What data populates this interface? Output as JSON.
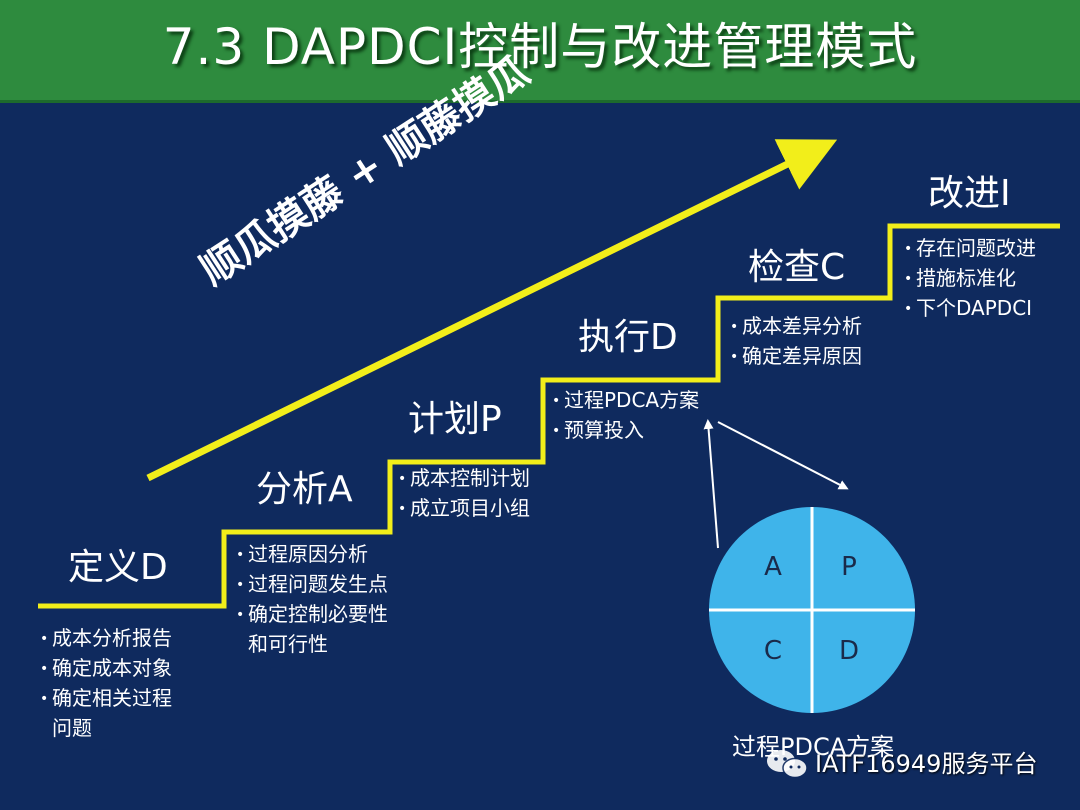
{
  "header": {
    "title": "7.3 DAPDCI控制与改进管理模式"
  },
  "slogan": "顺瓜摸藤 + 顺藤摸瓜",
  "stages": [
    {
      "title": "定义D",
      "bullets": [
        "成本分析报告",
        "确定成本对象",
        "确定相关过程",
        "问题"
      ]
    },
    {
      "title": "分析A",
      "bullets": [
        "过程原因分析",
        "过程问题发生点",
        "确定控制必要性",
        "和可行性"
      ]
    },
    {
      "title": "计划P",
      "bullets": [
        "成本控制计划",
        "成立项目小组"
      ]
    },
    {
      "title": "执行D",
      "bullets": [
        "过程PDCA方案",
        "预算投入"
      ]
    },
    {
      "title": "检查C",
      "bullets": [
        "成本差异分析",
        "确定差异原因"
      ]
    },
    {
      "title": "改进I",
      "bullets": [
        "存在问题改进",
        "措施标准化",
        "下个DAPDCI"
      ]
    }
  ],
  "pdca": {
    "a": "A",
    "p": "P",
    "c": "C",
    "d": "D",
    "caption": "过程PDCA方案"
  },
  "watermark": {
    "text": "IATF16949服务平台"
  },
  "colors": {
    "background": "#0f2a5e",
    "header": "#2e8b3e",
    "accent": "#f2ee1a",
    "circle": "#3fb4ea"
  }
}
